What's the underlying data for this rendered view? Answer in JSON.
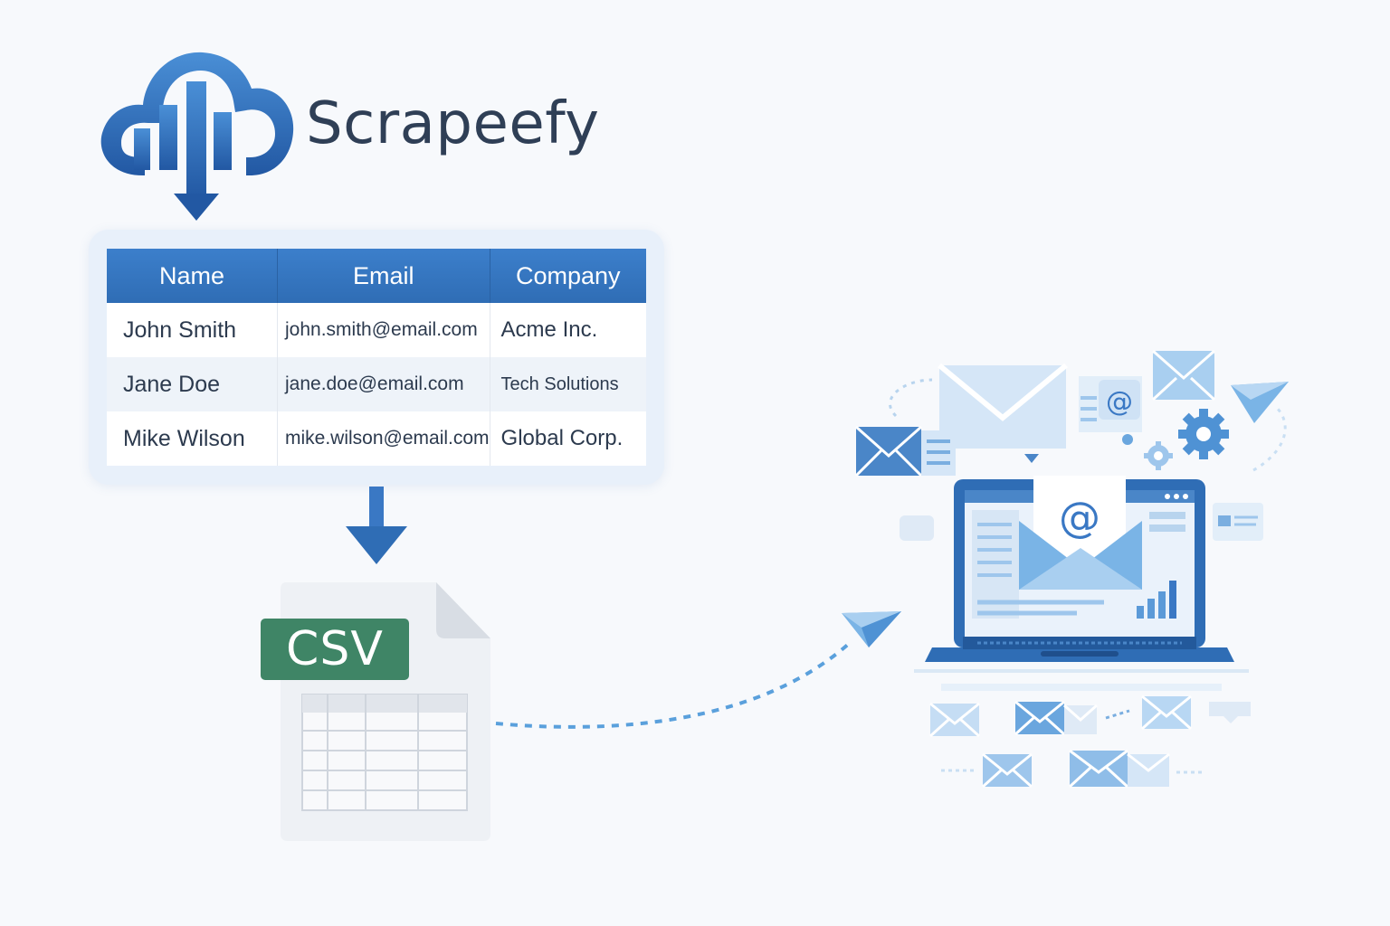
{
  "brand": {
    "name": "Scrapeefy",
    "colors": {
      "primary": "#2f6db5",
      "text": "#2f3f56",
      "csv": "#3f8566",
      "accent": "#8fbde8"
    }
  },
  "table": {
    "headers": [
      "Name",
      "Email",
      "Company"
    ],
    "rows": [
      {
        "name": "John Smith",
        "email": "john.smith@email.com",
        "company": "Acme Inc."
      },
      {
        "name": "Jane Doe",
        "email": "jane.doe@email.com",
        "company": "Tech Solutions"
      },
      {
        "name": "Mike Wilson",
        "email": "mike.wilson@email.com",
        "company": "Global Corp."
      }
    ]
  },
  "csv": {
    "label": "CSV"
  },
  "icons": [
    "cloud-chart-icon",
    "arrow-down-icon",
    "csv-file-icon",
    "paper-plane-icon",
    "envelope-icon",
    "at-sign-icon",
    "gear-icon",
    "laptop-icon"
  ]
}
